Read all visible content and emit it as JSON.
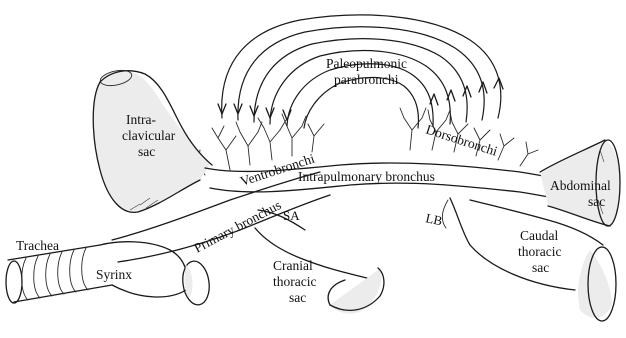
{
  "labels": {
    "paleopulmonic_line1": "Paleopulmonic",
    "paleopulmonic_line2": "parabronchi",
    "intraclavicular_line1": "Intra-",
    "intraclavicular_line2": "clavicular",
    "intraclavicular_line3": "sac",
    "ventrobronchi": "Ventrobronchi",
    "dorsobronchi": "Dorsobronchi",
    "intrapulmonary_bronchus": "Intrapulmonary bronchus",
    "abdominal_line1": "Abdominal",
    "abdominal_line2": "sac",
    "primary_bronchus": "Primary bronchus",
    "sa": "SA",
    "lb": "LB",
    "trachea": "Trachea",
    "syrinx": "Syrinx",
    "cranial_line1": "Cranial",
    "cranial_line2": "thoracic",
    "cranial_line3": "sac",
    "caudal_line1": "Caudal",
    "caudal_line2": "thoracic",
    "caudal_line3": "sac"
  }
}
